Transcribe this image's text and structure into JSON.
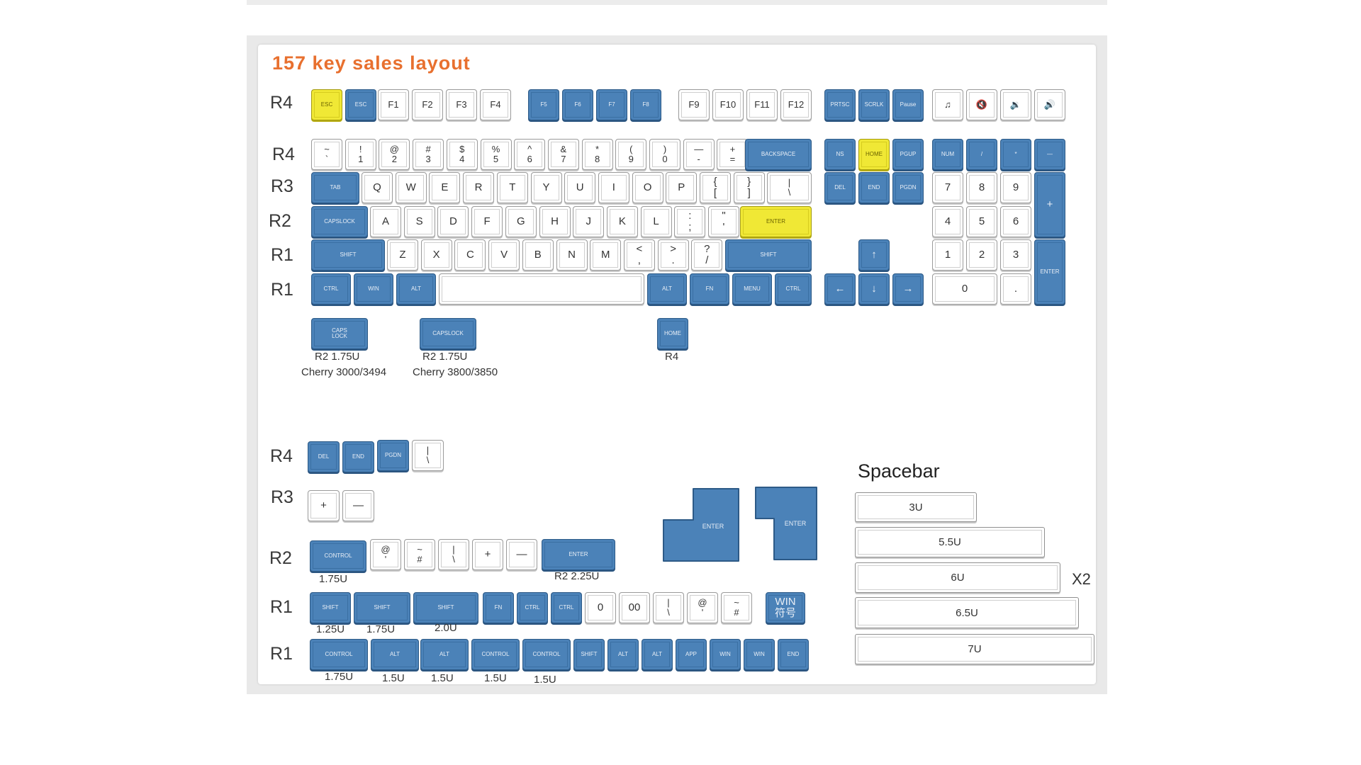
{
  "title": "157 key sales layout",
  "row_labels": [
    "R4",
    "R4",
    "R3",
    "R2",
    "R1",
    "R1",
    "R4",
    "R3",
    "R2",
    "R1",
    "R1"
  ],
  "keys_main_fn": [
    "ESC",
    "ESC",
    "F1",
    "F2",
    "F3",
    "F4",
    "F5",
    "F6",
    "F7",
    "F8",
    "F9",
    "F10",
    "F11",
    "F12",
    "PRTSC",
    "SCRLK",
    "Pause",
    "♫",
    "🔇",
    "🔉",
    "🔊"
  ],
  "keys_main_num": [
    "~\n`",
    "!\n1",
    "@\n2",
    "#\n3",
    "$\n4",
    "%\n5",
    "^\n6",
    "&\n7",
    "*\n8",
    "(\n9",
    ")\n0",
    "—\n-",
    "+\n=",
    "BACKSPACE",
    "NS",
    "HOME",
    "PGUP",
    "NUM",
    "/",
    "*",
    "—"
  ],
  "keys_main_qwerty": [
    "TAB",
    "Q",
    "W",
    "E",
    "R",
    "T",
    "Y",
    "U",
    "I",
    "O",
    "P",
    "{\n[",
    "}\n]",
    "|\n\\",
    "DEL",
    "END",
    "PGDN",
    "7",
    "8",
    "9",
    "+"
  ],
  "keys_main_home": [
    "CAPSLOCK",
    "A",
    "S",
    "D",
    "F",
    "G",
    "H",
    "J",
    "K",
    "L",
    ":\n;",
    "\"\n'",
    "ENTER",
    "4",
    "5",
    "6"
  ],
  "keys_main_shift": [
    "SHIFT",
    "Z",
    "X",
    "C",
    "V",
    "B",
    "N",
    "M",
    "<\n,",
    ">\n.",
    "?\n/",
    "SHIFT",
    "↑",
    "1",
    "2",
    "3",
    "ENTER"
  ],
  "keys_main_bottom": [
    "CTRL",
    "WIN",
    "ALT",
    "",
    "ALT",
    "FN",
    "MENU",
    "CTRL",
    "←",
    "↓",
    "→",
    "0",
    "."
  ],
  "keys_extra_top": [
    "CAPS\nLOCK",
    "CAPSLOCK",
    "HOME"
  ],
  "captions_extra_top": [
    "R2 1.75U",
    "Cherry 3000/3494",
    "R2 1.75U",
    "Cherry 3800/3850",
    "R4"
  ],
  "keys_ext_r4": [
    "DEL",
    "END",
    "PGDN",
    "|\n\\"
  ],
  "keys_ext_r3": [
    "+",
    "—"
  ],
  "keys_ext_r2": [
    "CONTROL",
    "@\n'",
    "~\n#",
    "|\n\\",
    "+",
    "—",
    "ENTER"
  ],
  "captions_ext_r2": [
    "1.75U",
    "R2  2.25U"
  ],
  "keys_ext_r1a": [
    "SHIFT",
    "SHIFT",
    "SHIFT",
    "FN",
    "CTRL",
    "CTRL",
    "0",
    "00",
    "|\n\\",
    "@\n'",
    "~\n#",
    "WIN\n符号"
  ],
  "captions_ext_r1a": [
    "1.25U",
    "1.75U",
    "2.0U"
  ],
  "keys_ext_r1b": [
    "CONTROL",
    "ALT",
    "ALT",
    "CONTROL",
    "CONTROL",
    "SHIFT",
    "ALT",
    "ALT",
    "APP",
    "WIN",
    "WIN",
    "END"
  ],
  "captions_ext_r1b": [
    "1.75U",
    "1.5U",
    "1.5U",
    "1.5U",
    "1.5U"
  ],
  "enter_keys": [
    "ENTER",
    "ENTER"
  ],
  "spacebar": {
    "title": "Spacebar",
    "sizes": [
      "3U",
      "5.5U",
      "6U",
      "6.5U",
      "7U"
    ],
    "multiplier": "X2"
  },
  "colors": {
    "blue": "#4b82b8",
    "yellow": "#f0e835",
    "white": "#ffffff",
    "title": "#e8702f"
  }
}
